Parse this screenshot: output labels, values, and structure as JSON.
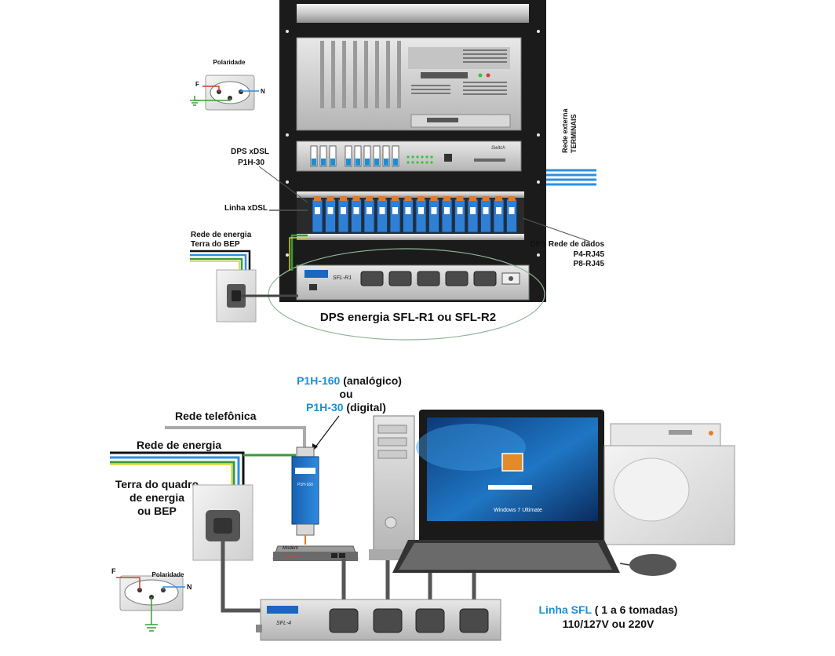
{
  "rack": {
    "polaridade": "Polaridade",
    "f": "F",
    "n": "N",
    "dps_xdsl_l1": "DPS xDSL",
    "dps_xdsl_l2": "P1H-30",
    "linha_xdsl": "Linha xDSL",
    "rede_energia_l1": "Rede de energia",
    "rede_energia_l2": "Terra do BEP",
    "rede_externa_l1": "Rede externa",
    "rede_externa_l2": "TERMINAIS",
    "dps_rede_l1": "DPS Rede de dados",
    "dps_rede_l2": "P4-RJ45",
    "dps_rede_l3": "P8-RJ45",
    "dps_energia": "DPS energia SFL-R1 ou SFL-R2",
    "sfl_r1": "SFL-R1",
    "switch_label": "Switch"
  },
  "bottom": {
    "p1h160": "P1H-160",
    "analogico": " (analógico)",
    "ou": "ou",
    "p1h30": "P1H-30",
    "digital": " (digital)",
    "rede_telefonica": "Rede telefônica",
    "rede_energia": "Rede de energia",
    "terra_l1": "Terra do quadro",
    "terra_l2": "de energia",
    "terra_l3": "ou BEP",
    "polaridade": "Polaridade",
    "f": "F",
    "n": "N",
    "modem": "Modem",
    "sfl4": "SFL-4",
    "linha_sfl_a": "Linha SFL",
    "linha_sfl_b": " ( 1 a 6 tomadas)",
    "voltage": "110/127V ou 220V",
    "windows": "Windows 7 Ultimate",
    "p1h_device": "P1H-160"
  },
  "colors": {
    "accent_blue": "#1a8fd6",
    "rack_black": "#1b1b1b",
    "wire_green": "#3a9a3a",
    "wire_yellow": "#d6d21f",
    "wire_blue": "#2d8fe0"
  }
}
